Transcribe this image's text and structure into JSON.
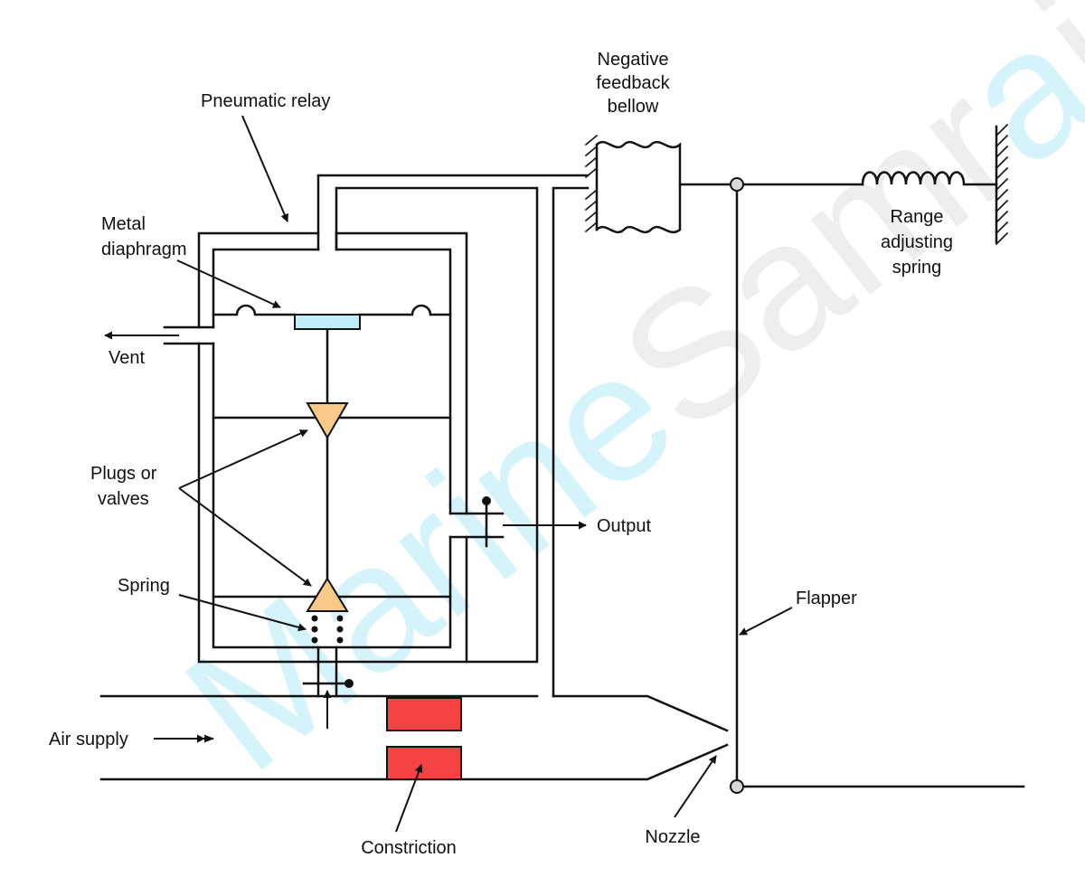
{
  "labels": {
    "pneumatic_relay": "Pneumatic relay",
    "negative_feedback_1": "Negative",
    "negative_feedback_2": "feedback",
    "negative_feedback_3": "bellow",
    "metal_diaphragm_1": "Metal",
    "metal_diaphragm_2": "diaphragm",
    "vent": "Vent",
    "range_spring_1": "Range",
    "range_spring_2": "adjusting",
    "range_spring_3": "spring",
    "plugs_1": "Plugs or",
    "plugs_2": "valves",
    "output": "Output",
    "spring": "Spring",
    "flapper": "Flapper",
    "air_supply": "Air supply",
    "constriction": "Constriction",
    "nozzle": "Nozzle"
  },
  "watermark": {
    "part1": "Marine",
    "part2": "Samr",
    "part3": "a",
    "part4": "j"
  },
  "colors": {
    "line": "#111111",
    "diaphragm_fill": "#bfeefa",
    "valve_fill": "#f9c98a",
    "constriction_fill": "#f54242",
    "pivot_fill": "#d8d8d8",
    "watermark_blue": "#bfeef8",
    "watermark_gray": "#cfcfcf"
  }
}
